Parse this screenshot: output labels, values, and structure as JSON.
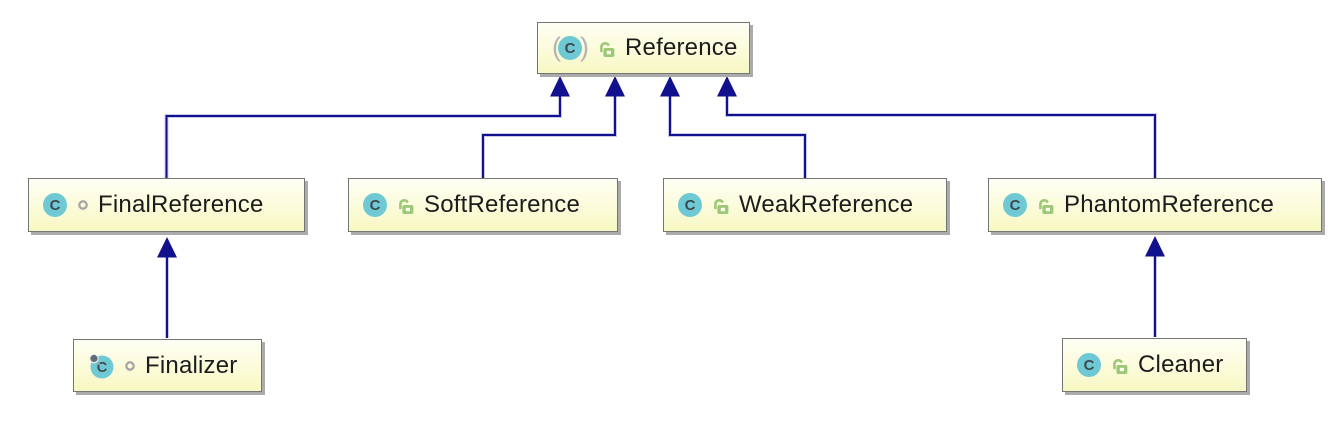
{
  "diagram": {
    "type": "uml-class-diagram",
    "background_color": "#ffffff",
    "colors": {
      "node_fill_top": "#fefef4",
      "node_fill_bottom": "#f7f7c3",
      "node_border": "#757575",
      "node_shadow": "#ababab",
      "edge": "#11118d",
      "class_icon_circle": "#6ec9d4",
      "class_icon_letter": "#3c4b50",
      "public_lock_green": "#9dc878",
      "package_private_gray": "#a6a6a6",
      "label_text": "#1c1c1c"
    },
    "nodes": [
      {
        "id": "reference",
        "label": "Reference",
        "kind": "abstract class",
        "kind_icon": "abstract-class-icon",
        "visibility": "public",
        "visibility_icon": "public-open-lock-icon"
      },
      {
        "id": "finalReference",
        "label": "FinalReference",
        "kind": "class",
        "kind_icon": "class-icon",
        "visibility": "package-private",
        "visibility_icon": "package-private-circle-icon"
      },
      {
        "id": "softReference",
        "label": "SoftReference",
        "kind": "class",
        "kind_icon": "class-icon",
        "visibility": "public",
        "visibility_icon": "public-open-lock-icon"
      },
      {
        "id": "weakReference",
        "label": "WeakReference",
        "kind": "class",
        "kind_icon": "class-icon",
        "visibility": "public",
        "visibility_icon": "public-open-lock-icon"
      },
      {
        "id": "phantomReference",
        "label": "PhantomReference",
        "kind": "class",
        "kind_icon": "class-icon",
        "visibility": "public",
        "visibility_icon": "public-open-lock-icon"
      },
      {
        "id": "finalizer",
        "label": "Finalizer",
        "kind": "final class",
        "kind_icon": "final-class-icon",
        "visibility": "package-private",
        "visibility_icon": "package-private-circle-icon"
      },
      {
        "id": "cleaner",
        "label": "Cleaner",
        "kind": "class",
        "kind_icon": "class-icon",
        "visibility": "public",
        "visibility_icon": "public-open-lock-icon"
      }
    ],
    "edges": [
      {
        "from": "FinalReference",
        "to": "Reference",
        "relation": "extends"
      },
      {
        "from": "SoftReference",
        "to": "Reference",
        "relation": "extends"
      },
      {
        "from": "WeakReference",
        "to": "Reference",
        "relation": "extends"
      },
      {
        "from": "PhantomReference",
        "to": "Reference",
        "relation": "extends"
      },
      {
        "from": "Finalizer",
        "to": "FinalReference",
        "relation": "extends"
      },
      {
        "from": "Cleaner",
        "to": "PhantomReference",
        "relation": "extends"
      }
    ]
  }
}
